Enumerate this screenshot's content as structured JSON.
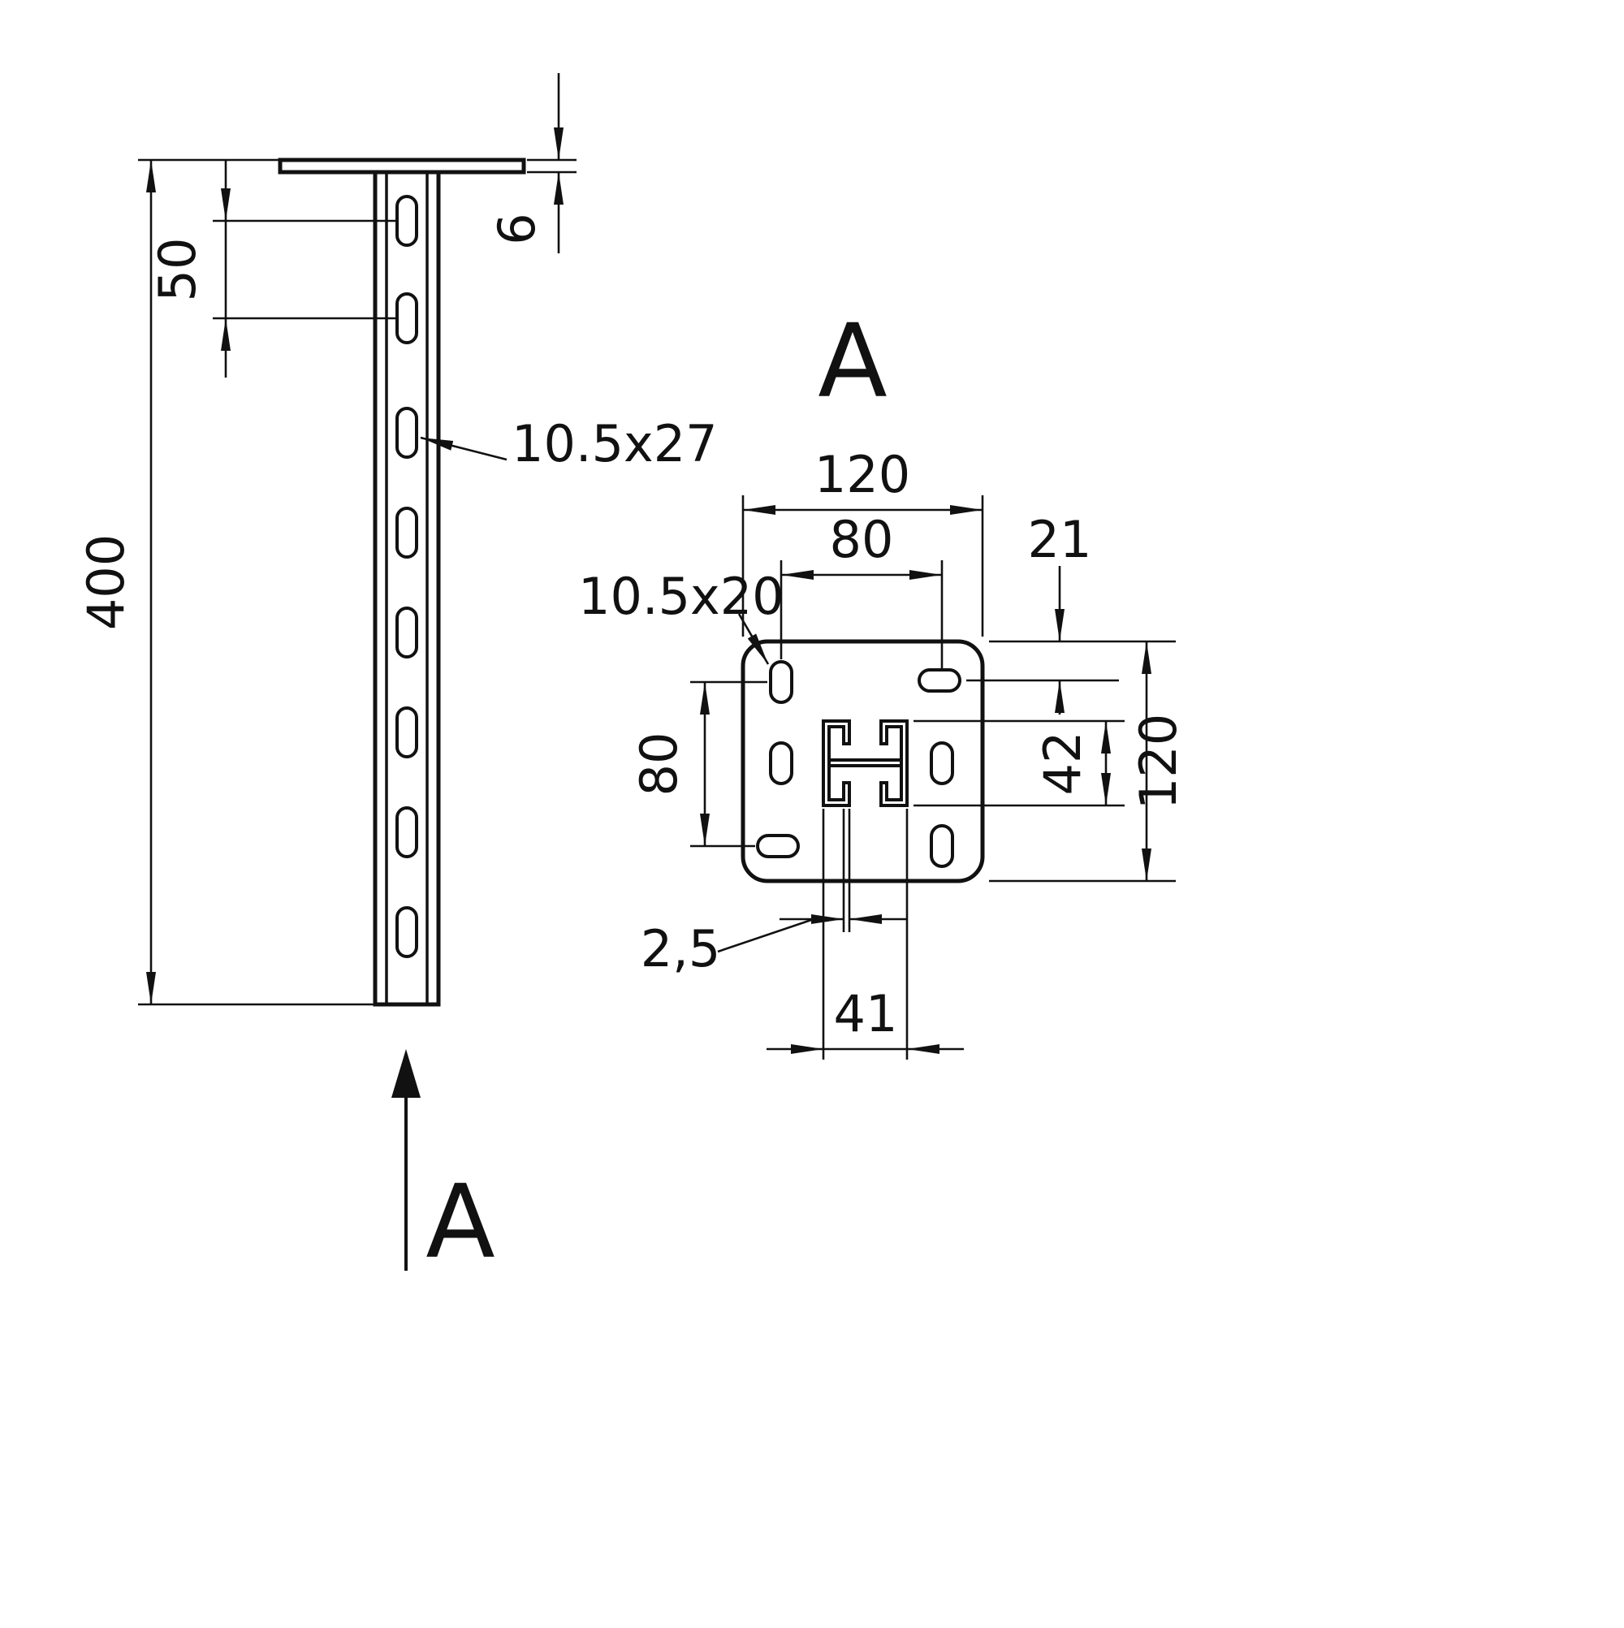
{
  "colors": {
    "line": "#111111",
    "background": "#ffffff"
  },
  "front_view": {
    "dim_total_height": "400",
    "dim_slot_pitch": "50",
    "dim_plate_thickness": "6",
    "slot_size_label": "10.5x27",
    "section_label": "A"
  },
  "section_view": {
    "title": "A",
    "dim_plate_width": "120",
    "dim_slot_span_horizontal": "80",
    "dim_top_edge_offset": "21",
    "slot_size_label": "10.5x20",
    "dim_slot_span_vertical": "80",
    "dim_profile_height": "42",
    "dim_plate_height": "120",
    "dim_material_thickness": "2,5",
    "dim_profile_width": "41"
  }
}
